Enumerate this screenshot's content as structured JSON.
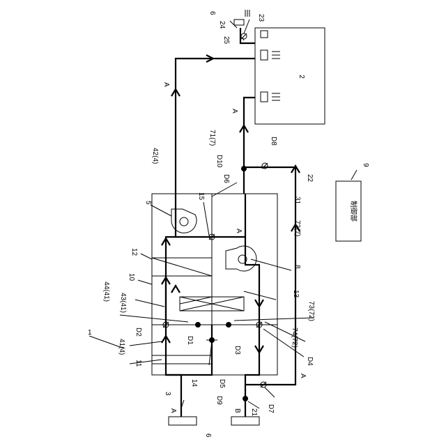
{
  "diagram": {
    "labels": {
      "system": "1",
      "room": "2",
      "outdoor_top": "6",
      "outdoor_bottom": "6",
      "heat_exchanger": "13",
      "casing": "10",
      "fan_supply": "5",
      "fan_exhaust": "8",
      "partition_12": "12",
      "partition_11": "11",
      "partition_14": "14",
      "partition_15": "15",
      "chamber_31": "31",
      "control_unit_num": "9",
      "control_unit_text": "制御部",
      "duct_3": "3",
      "duct_21": "21",
      "duct_22": "22",
      "device_23": "23",
      "device_24": "24",
      "device_25": "25",
      "path_41_4": "41(4)",
      "path_42_4": "42(4)",
      "path_43_41": "43(41)",
      "path_44_41": "44(41)",
      "path_71_7": "71(7)",
      "path_72_7": "72(7)",
      "path_73_72": "73(72)",
      "path_74_72": "74(72)",
      "d1": "D1",
      "d2": "D2",
      "d3": "D3",
      "d4": "D4",
      "d5": "D5",
      "d6": "D6",
      "d7": "D7",
      "d8": "D8",
      "d9": "D9",
      "d10": "D10",
      "air_a_intake": "A",
      "air_b_intake": "B",
      "flow_a_supply": "A",
      "flow_a_room": "A",
      "flow_a_inner": "A",
      "flow_a_return": "A"
    }
  }
}
